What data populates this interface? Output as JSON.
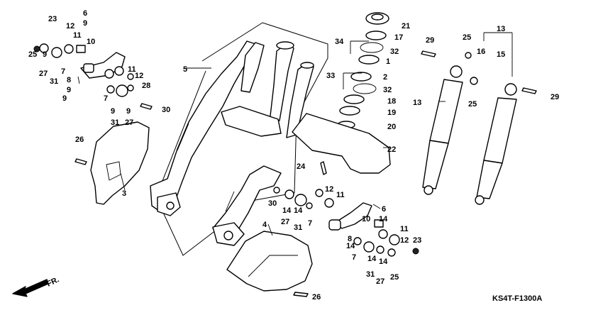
{
  "diagram": {
    "code": "KS4T-F1300A",
    "direction_label": "FR.",
    "callouts": [
      "23",
      "6",
      "9",
      "10",
      "12",
      "11",
      "25",
      "9",
      "27",
      "7",
      "8",
      "9",
      "31",
      "9",
      "11",
      "12",
      "28",
      "7",
      "9",
      "31",
      "9",
      "27",
      "30",
      "5",
      "26",
      "3",
      "13",
      "29",
      "16",
      "15",
      "25",
      "13",
      "25",
      "29",
      "21",
      "17",
      "34",
      "32",
      "1",
      "33",
      "2",
      "32",
      "18",
      "19",
      "20",
      "22",
      "24",
      "12",
      "11",
      "30",
      "14",
      "27",
      "31",
      "14",
      "7",
      "6",
      "8",
      "10",
      "14",
      "11",
      "12",
      "23",
      "14",
      "7",
      "14",
      "31",
      "14",
      "27",
      "25",
      "4",
      "26"
    ]
  }
}
